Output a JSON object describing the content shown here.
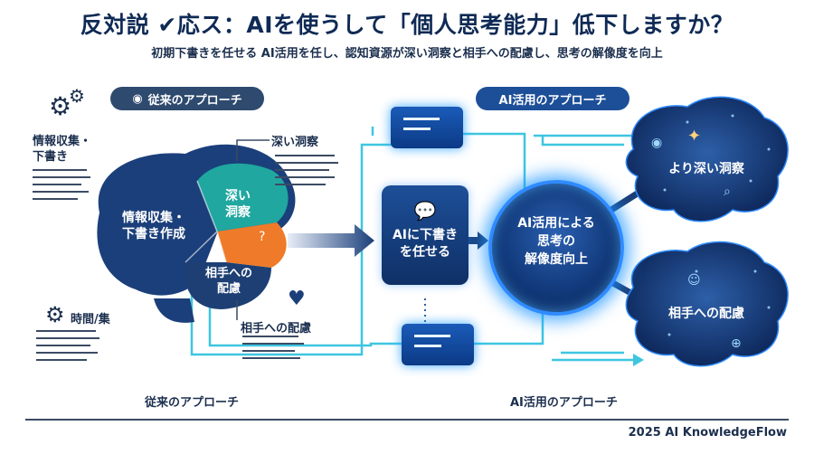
{
  "header": {
    "title": "反対説 ✔応ス：AIを使うして「個人思考能力」低下しますか？",
    "subtitle": "初期下書きを任せる  AI活用を任し、認知資源が深い洞察と相手への配慮し、思考の解像度を向上"
  },
  "left": {
    "pill": "従来のアプローチ",
    "label_top": "情報収集・\n下書き",
    "label_deep": "深い洞察",
    "label_time": "時間/集",
    "label_care": "相手への配慮",
    "brain_main": "情報収集・\n下書き作成",
    "brain_deep": "深い\n洞察",
    "brain_care": "相手への\n配慮",
    "bottom": "従来のアプローチ"
  },
  "center": {
    "box": "AIに下書き\nを任せる",
    "hub": "AI活用による\n思考の\n解像度向上"
  },
  "right": {
    "pill": "AI活用のアプローチ",
    "brain_top": "より深い洞察",
    "brain_bottom": "相手への配慮",
    "bottom": "AI活用のアプローチ"
  },
  "footer": "2025 AI KnowledgeFlow",
  "colors": {
    "navy": "#0f2a55",
    "cyan": "#3ec6e0",
    "orange": "#ef7b2a",
    "teal": "#1fa7a0",
    "blue_glow": "#2f8bff"
  }
}
